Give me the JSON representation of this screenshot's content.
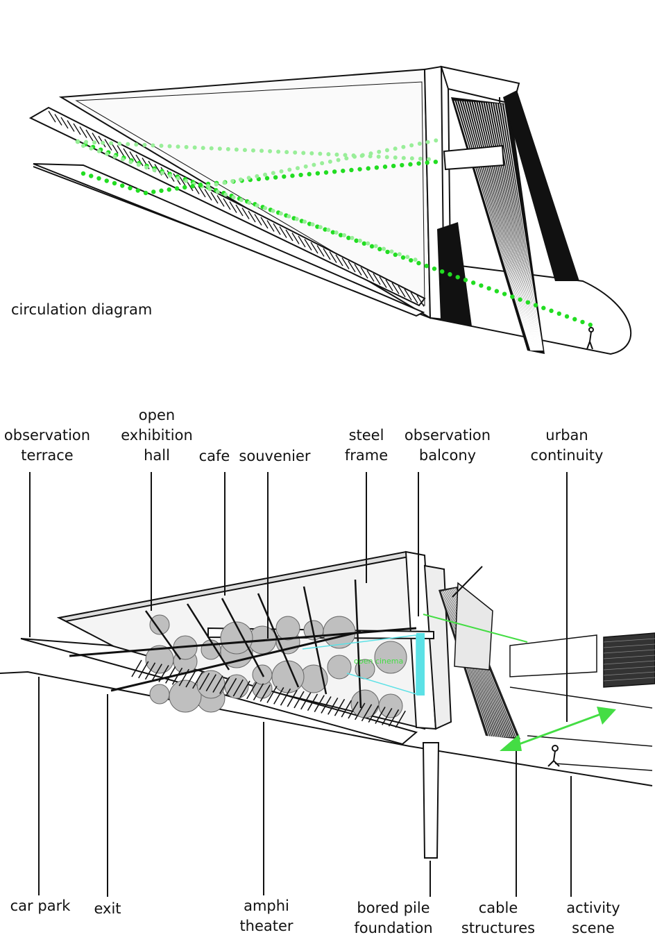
{
  "top_diagram": {
    "caption": "circulation diagram",
    "path_color": "#22dd22",
    "path_color_faint": "#99ee99"
  },
  "section_diagram": {
    "annotation": "open cinema",
    "annotation_color": "#5ce1e6",
    "arrow_color": "#44dd44",
    "labels_top": [
      {
        "id": "observation-terrace",
        "lines": [
          "observation",
          "terrace"
        ]
      },
      {
        "id": "open-exhibition-hall",
        "lines": [
          "open",
          "exhibition",
          "hall"
        ]
      },
      {
        "id": "cafe",
        "lines": [
          "cafe"
        ]
      },
      {
        "id": "souvenier",
        "lines": [
          "souvenier"
        ]
      },
      {
        "id": "steel-frame",
        "lines": [
          "steel",
          "frame"
        ]
      },
      {
        "id": "observation-balcony",
        "lines": [
          "observation",
          "balcony"
        ]
      },
      {
        "id": "urban-continuity",
        "lines": [
          "urban",
          "continuity"
        ]
      }
    ],
    "labels_bottom": [
      {
        "id": "car-park",
        "lines": [
          "car park"
        ]
      },
      {
        "id": "exit",
        "lines": [
          "exit"
        ]
      },
      {
        "id": "amphi-theater",
        "lines": [
          "amphi",
          "theater"
        ]
      },
      {
        "id": "bored-pile-foundation",
        "lines": [
          "bored pile",
          "foundation"
        ]
      },
      {
        "id": "cable-structures",
        "lines": [
          "cable",
          "structures"
        ]
      },
      {
        "id": "activity-scene",
        "lines": [
          "activity",
          "scene"
        ]
      }
    ]
  }
}
